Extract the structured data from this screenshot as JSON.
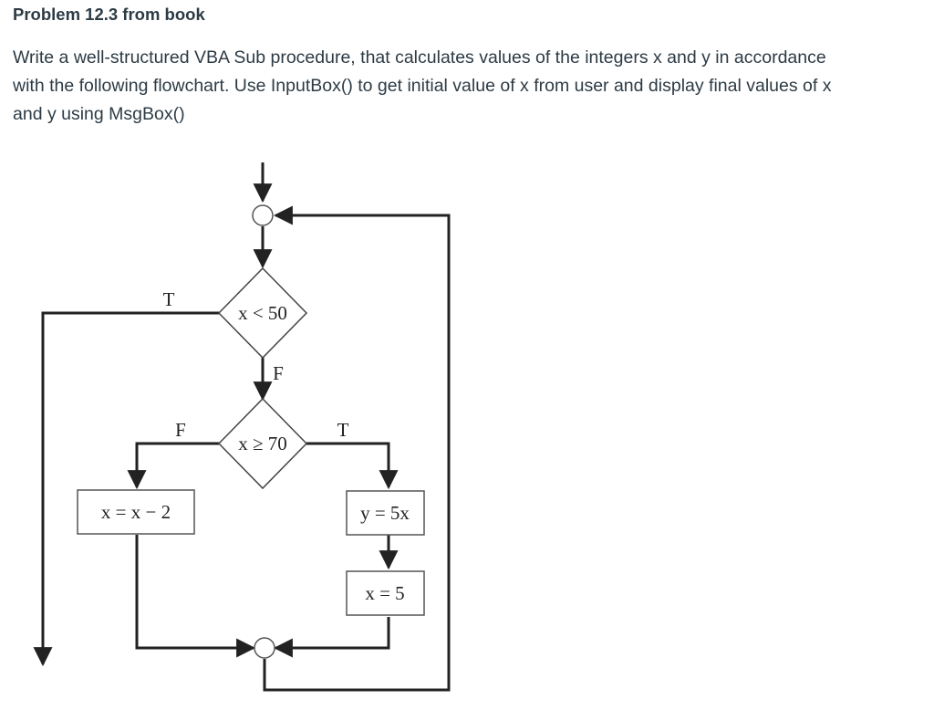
{
  "problem": {
    "title": "Problem 12.3 from book",
    "description_lines": [
      "Write a well-structured VBA Sub procedure, that calculates values of the integers x and y in accordance",
      "with the following flowchart. Use InputBox() to get initial value of x from user and display final values of x",
      "and y using MsgBox()"
    ]
  },
  "flowchart": {
    "decision1": "x < 50",
    "decision1_true": "T",
    "decision1_false": "F",
    "decision2": "x ≥ 70",
    "decision2_true": "T",
    "decision2_false": "F",
    "box_left": "x = x − 2",
    "box_right1": "y = 5x",
    "box_right2": "x = 5"
  }
}
